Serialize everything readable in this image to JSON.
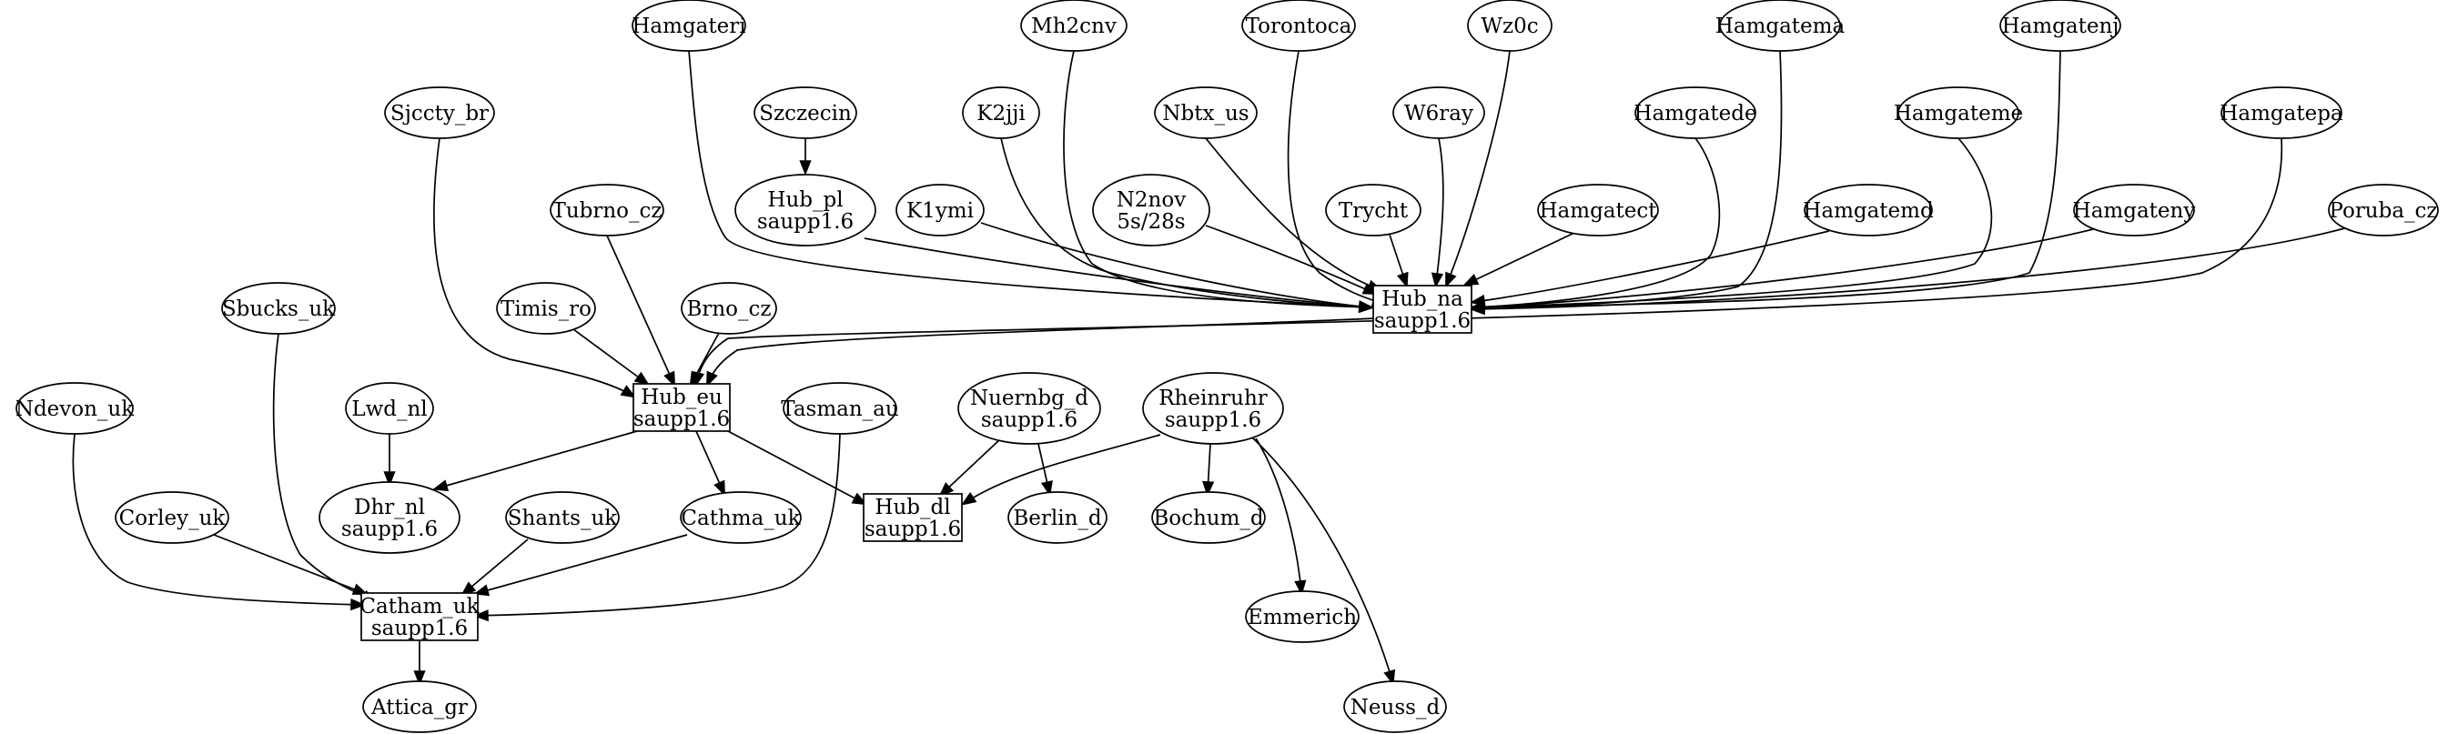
{
  "graph": {
    "colors": {
      "stroke": "#000000",
      "fill": "#ffffff",
      "text": "#000000"
    },
    "nodes": [
      {
        "id": "hamgateri",
        "lines": [
          "Hamgateri"
        ],
        "shape": "ellipse"
      },
      {
        "id": "mh2cnv",
        "lines": [
          "Mh2cnv"
        ],
        "shape": "ellipse"
      },
      {
        "id": "torontoca",
        "lines": [
          "Torontoca"
        ],
        "shape": "ellipse"
      },
      {
        "id": "wz0c",
        "lines": [
          "Wz0c"
        ],
        "shape": "ellipse"
      },
      {
        "id": "hamgatema",
        "lines": [
          "Hamgatema"
        ],
        "shape": "ellipse"
      },
      {
        "id": "hamgatenj",
        "lines": [
          "Hamgatenj"
        ],
        "shape": "ellipse"
      },
      {
        "id": "sjccty_br",
        "lines": [
          "Sjccty_br"
        ],
        "shape": "ellipse"
      },
      {
        "id": "szczecin",
        "lines": [
          "Szczecin"
        ],
        "shape": "ellipse"
      },
      {
        "id": "k2jji",
        "lines": [
          "K2jji"
        ],
        "shape": "ellipse"
      },
      {
        "id": "nbtx_us",
        "lines": [
          "Nbtx_us"
        ],
        "shape": "ellipse"
      },
      {
        "id": "w6ray",
        "lines": [
          "W6ray"
        ],
        "shape": "ellipse"
      },
      {
        "id": "hamgatede",
        "lines": [
          "Hamgatede"
        ],
        "shape": "ellipse"
      },
      {
        "id": "hamgateme",
        "lines": [
          "Hamgateme"
        ],
        "shape": "ellipse"
      },
      {
        "id": "hamgatepa",
        "lines": [
          "Hamgatepa"
        ],
        "shape": "ellipse"
      },
      {
        "id": "tubrno_cz",
        "lines": [
          "Tubrno_cz"
        ],
        "shape": "ellipse"
      },
      {
        "id": "hub_pl",
        "lines": [
          "Hub_pl",
          "saupp1.6"
        ],
        "shape": "ellipse"
      },
      {
        "id": "k1ymi",
        "lines": [
          "K1ymi"
        ],
        "shape": "ellipse"
      },
      {
        "id": "n2nov",
        "lines": [
          "N2nov",
          "5s/28s"
        ],
        "shape": "ellipse"
      },
      {
        "id": "trycht",
        "lines": [
          "Trycht"
        ],
        "shape": "ellipse"
      },
      {
        "id": "hamgatect",
        "lines": [
          "Hamgatect"
        ],
        "shape": "ellipse"
      },
      {
        "id": "hamgatemd",
        "lines": [
          "Hamgatemd"
        ],
        "shape": "ellipse"
      },
      {
        "id": "hamgateny",
        "lines": [
          "Hamgateny"
        ],
        "shape": "ellipse"
      },
      {
        "id": "poruba_cz",
        "lines": [
          "Poruba_cz"
        ],
        "shape": "ellipse"
      },
      {
        "id": "hub_na",
        "lines": [
          "Hub_na",
          "saupp1.6"
        ],
        "shape": "box"
      },
      {
        "id": "sbucks_uk",
        "lines": [
          "Sbucks_uk"
        ],
        "shape": "ellipse"
      },
      {
        "id": "timis_ro",
        "lines": [
          "Timis_ro"
        ],
        "shape": "ellipse"
      },
      {
        "id": "brno_cz",
        "lines": [
          "Brno_cz"
        ],
        "shape": "ellipse"
      },
      {
        "id": "hub_eu",
        "lines": [
          "Hub_eu",
          "saupp1.6"
        ],
        "shape": "box"
      },
      {
        "id": "ndevon_uk",
        "lines": [
          "Ndevon_uk"
        ],
        "shape": "ellipse"
      },
      {
        "id": "lwd_nl",
        "lines": [
          "Lwd_nl"
        ],
        "shape": "ellipse"
      },
      {
        "id": "tasman_au",
        "lines": [
          "Tasman_au"
        ],
        "shape": "ellipse"
      },
      {
        "id": "nuernbg_d",
        "lines": [
          "Nuernbg_d",
          "saupp1.6"
        ],
        "shape": "ellipse"
      },
      {
        "id": "rheinruhr",
        "lines": [
          "Rheinruhr",
          "saupp1.6"
        ],
        "shape": "ellipse"
      },
      {
        "id": "corley_uk",
        "lines": [
          "Corley_uk"
        ],
        "shape": "ellipse"
      },
      {
        "id": "dhr_nl",
        "lines": [
          "Dhr_nl",
          "saupp1.6"
        ],
        "shape": "ellipse"
      },
      {
        "id": "shants_uk",
        "lines": [
          "Shants_uk"
        ],
        "shape": "ellipse"
      },
      {
        "id": "cathma_uk",
        "lines": [
          "Cathma_uk"
        ],
        "shape": "ellipse"
      },
      {
        "id": "hub_dl",
        "lines": [
          "Hub_dl",
          "saupp1.6"
        ],
        "shape": "box"
      },
      {
        "id": "berlin_d",
        "lines": [
          "Berlin_d"
        ],
        "shape": "ellipse"
      },
      {
        "id": "bochum_d",
        "lines": [
          "Bochum_d"
        ],
        "shape": "ellipse"
      },
      {
        "id": "catham_uk",
        "lines": [
          "Catham_uk",
          "saupp1.6"
        ],
        "shape": "box"
      },
      {
        "id": "emmerich",
        "lines": [
          "Emmerich"
        ],
        "shape": "ellipse"
      },
      {
        "id": "attica_gr",
        "lines": [
          "Attica_gr"
        ],
        "shape": "ellipse"
      },
      {
        "id": "neuss_d",
        "lines": [
          "Neuss_d"
        ],
        "shape": "ellipse"
      }
    ],
    "edges": [
      {
        "from": "hamgateri",
        "to": "hub_na"
      },
      {
        "from": "mh2cnv",
        "to": "hub_na"
      },
      {
        "from": "torontoca",
        "to": "hub_na"
      },
      {
        "from": "wz0c",
        "to": "hub_na"
      },
      {
        "from": "hamgatema",
        "to": "hub_na"
      },
      {
        "from": "hamgatenj",
        "to": "hub_na"
      },
      {
        "from": "k2jji",
        "to": "hub_na"
      },
      {
        "from": "nbtx_us",
        "to": "hub_na"
      },
      {
        "from": "w6ray",
        "to": "hub_na"
      },
      {
        "from": "hamgatede",
        "to": "hub_na"
      },
      {
        "from": "hamgateme",
        "to": "hub_na"
      },
      {
        "from": "hamgatepa",
        "to": "hub_eu"
      },
      {
        "from": "szczecin",
        "to": "hub_pl"
      },
      {
        "from": "hub_pl",
        "to": "hub_na"
      },
      {
        "from": "k1ymi",
        "to": "hub_na"
      },
      {
        "from": "n2nov",
        "to": "hub_na"
      },
      {
        "from": "trycht",
        "to": "hub_na"
      },
      {
        "from": "hamgatect",
        "to": "hub_na"
      },
      {
        "from": "hamgatemd",
        "to": "hub_na"
      },
      {
        "from": "hamgateny",
        "to": "hub_na"
      },
      {
        "from": "poruba_cz",
        "to": "hub_na"
      },
      {
        "from": "hub_na",
        "to": "hub_eu"
      },
      {
        "from": "sjccty_br",
        "to": "hub_eu"
      },
      {
        "from": "tubrno_cz",
        "to": "hub_eu"
      },
      {
        "from": "timis_ro",
        "to": "hub_eu"
      },
      {
        "from": "brno_cz",
        "to": "hub_eu"
      },
      {
        "from": "hub_eu",
        "to": "dhr_nl"
      },
      {
        "from": "hub_eu",
        "to": "cathma_uk"
      },
      {
        "from": "hub_eu",
        "to": "hub_dl"
      },
      {
        "from": "lwd_nl",
        "to": "dhr_nl"
      },
      {
        "from": "sbucks_uk",
        "to": "catham_uk"
      },
      {
        "from": "ndevon_uk",
        "to": "catham_uk"
      },
      {
        "from": "corley_uk",
        "to": "catham_uk"
      },
      {
        "from": "shants_uk",
        "to": "catham_uk"
      },
      {
        "from": "cathma_uk",
        "to": "catham_uk"
      },
      {
        "from": "tasman_au",
        "to": "catham_uk"
      },
      {
        "from": "catham_uk",
        "to": "attica_gr"
      },
      {
        "from": "nuernbg_d",
        "to": "hub_dl"
      },
      {
        "from": "nuernbg_d",
        "to": "berlin_d"
      },
      {
        "from": "rheinruhr",
        "to": "hub_dl"
      },
      {
        "from": "rheinruhr",
        "to": "bochum_d"
      },
      {
        "from": "rheinruhr",
        "to": "emmerich"
      },
      {
        "from": "rheinruhr",
        "to": "neuss_d"
      }
    ]
  }
}
